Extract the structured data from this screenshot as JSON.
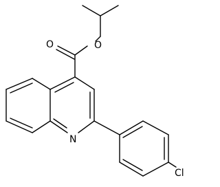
{
  "molecule": {
    "atoms": [
      {
        "id": "O_carbonyl",
        "label": "O"
      },
      {
        "id": "O_ester",
        "label": "O"
      },
      {
        "id": "N_ring",
        "label": "N"
      },
      {
        "id": "Cl",
        "label": "Cl"
      }
    ],
    "bond_color": "#000000",
    "background": "#ffffff"
  }
}
